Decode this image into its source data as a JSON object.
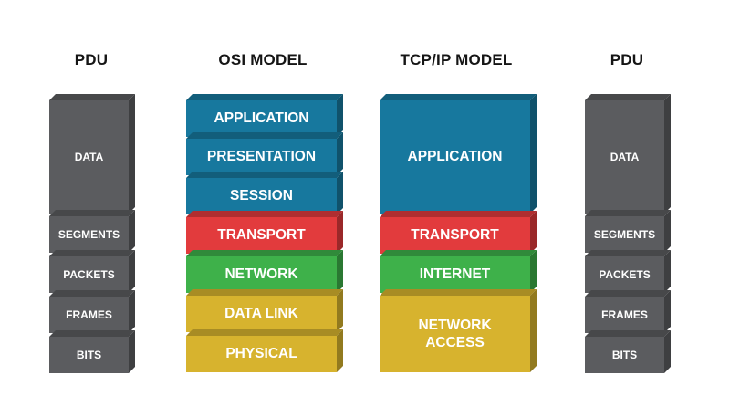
{
  "headings": {
    "pdu_left": "PDU",
    "osi": "OSI MODEL",
    "tcpip": "TCP/IP  MODEL",
    "pdu_right": "PDU"
  },
  "pdu_left": [
    "DATA",
    "SEGMENTS",
    "PACKETS",
    "FRAMES",
    "BITS"
  ],
  "osi": [
    "APPLICATION",
    "PRESENTATION",
    "SESSION",
    "TRANSPORT",
    "NETWORK",
    "DATA LINK",
    "PHYSICAL"
  ],
  "tcpip": [
    "APPLICATION",
    "TRANSPORT",
    "INTERNET",
    "NETWORK ACCESS"
  ],
  "pdu_right": [
    "DATA",
    "SEGMENTS",
    "PACKETS",
    "FRAMES",
    "BITS"
  ],
  "colors": {
    "gray": "#5b5c5f",
    "blue": "#17789e",
    "red": "#e23b3d",
    "green": "#3eb14a",
    "yellow": "#d7b32e"
  }
}
